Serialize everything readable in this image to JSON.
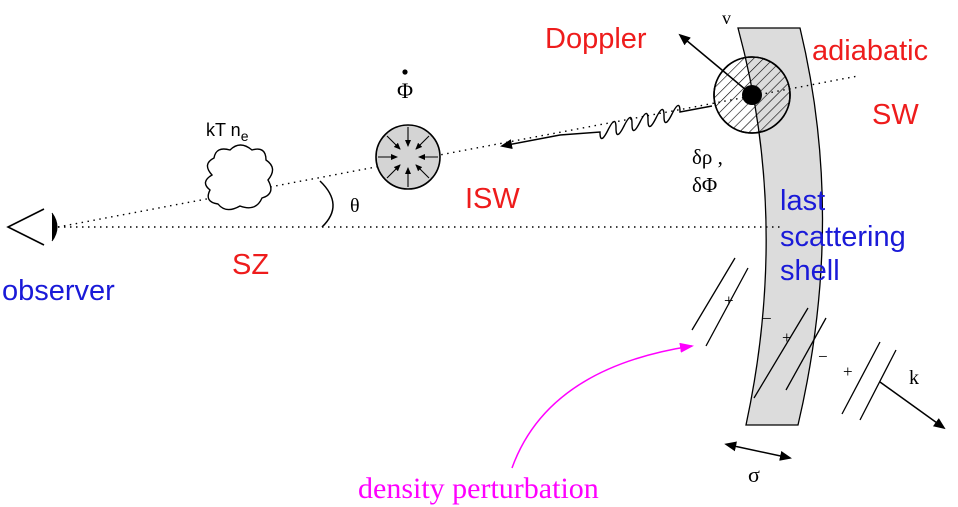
{
  "labels": {
    "doppler": "Doppler",
    "adiabatic": "adiabatic",
    "sw": "SW",
    "velocity": "v",
    "phi_dot": "Φ",
    "kt": "kT n",
    "kt_sub": "e",
    "isw": "ISW",
    "delta_rho": "δρ ,",
    "delta_phi": "δΦ",
    "theta": "θ",
    "sz": "SZ",
    "observer": "observer",
    "last": "last",
    "scattering": "scattering",
    "shell": "shell",
    "k": "k",
    "sigma": "σ",
    "density_perturbation": "density perturbation",
    "plus": "+",
    "minus": "−"
  },
  "colors": {
    "red": "#ee1c1c",
    "blue": "#1a1ad8",
    "magenta": "#ff00ff",
    "black": "#000000",
    "shell_fill": "#dcdcdc",
    "sphere_fill": "#d4d4d4"
  },
  "icons": {
    "observer_eye": "eye-icon",
    "cluster": "cloud-icon",
    "potential_well": "collapsing-sphere-icon",
    "scatterer": "hatched-sphere-icon"
  }
}
